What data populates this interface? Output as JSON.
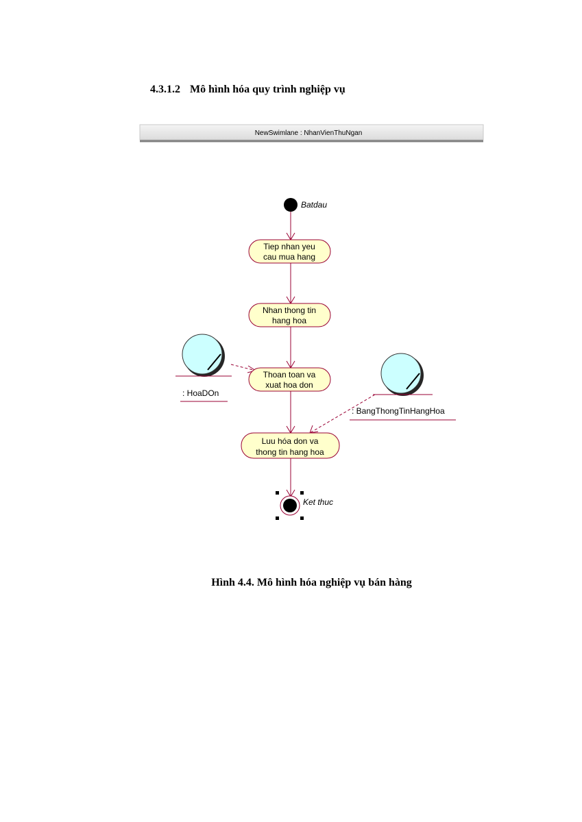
{
  "heading": {
    "number": "4.3.1.2",
    "title": "Mô hình hóa quy trình nghiệp vụ"
  },
  "diagram": {
    "swimlane_title": "NewSwimlane : NhanVienThuNgan",
    "start_label": "Batdau",
    "end_label": "Ket thuc",
    "activities": [
      {
        "line1": "Tiep nhan yeu",
        "line2": "cau mua hang"
      },
      {
        "line1": "Nhan thong tin",
        "line2": "hang hoa"
      },
      {
        "line1": "Thoan toan va",
        "line2": "xuat hoa don"
      },
      {
        "line1": "Luu hóa don va",
        "line2": "thong tin hang hoa"
      }
    ],
    "objects": [
      {
        "label": ": HoaDOn"
      },
      {
        "label": ": BangThongTinHangHoa"
      }
    ],
    "colors": {
      "activity_fill": "#ffffcc",
      "line": "#990033",
      "object_fill": "#ccffff",
      "header_bar": "#e6e6e6"
    }
  },
  "caption": "Hình 4.4. Mô hình hóa nghiệp vụ bán hàng"
}
